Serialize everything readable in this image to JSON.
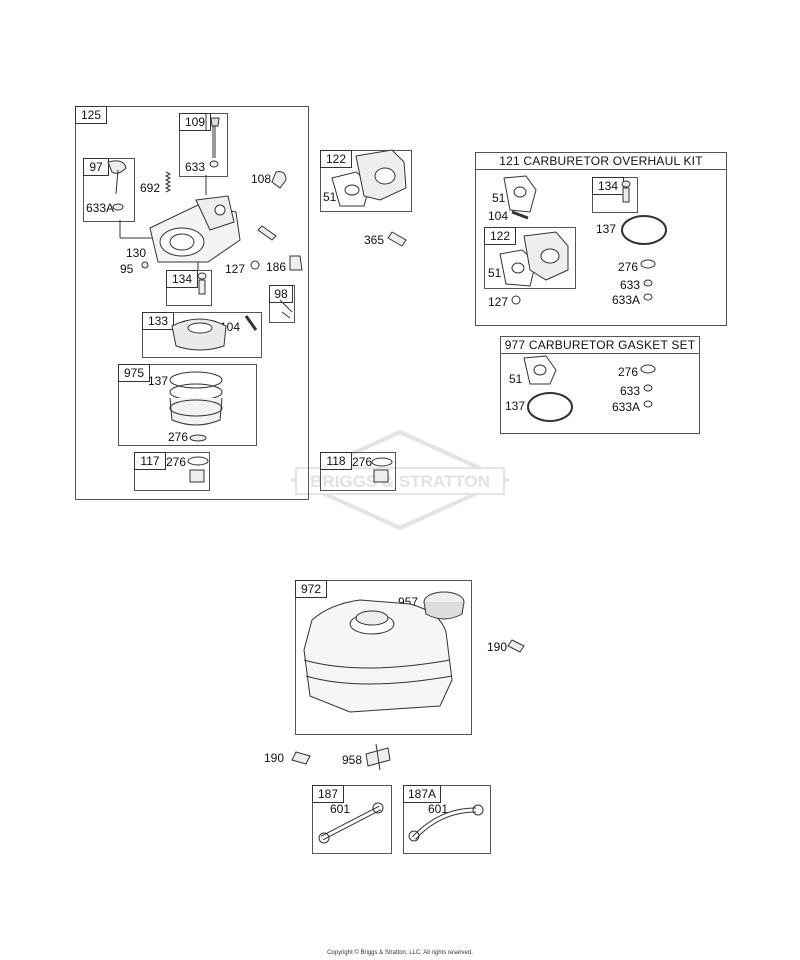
{
  "callouts": {
    "c125": "125",
    "c109": "109",
    "c633_top": "633",
    "c108": "108",
    "c97": "97",
    "c633A_left": "633A",
    "c692": "692",
    "c130": "130",
    "c95": "95",
    "c127_left": "127",
    "c186": "186",
    "c134_left": "134",
    "c98": "98",
    "c133": "133",
    "c104_left": "104",
    "c975": "975",
    "c137_left": "137",
    "c276_975": "276",
    "c117": "117",
    "c276_117": "276",
    "c122": "122",
    "c51_mid": "51",
    "c365": "365",
    "c118": "118",
    "c276_118": "276",
    "c51_kit": "51",
    "c104_kit": "104",
    "c134_kit": "134",
    "c137_kit": "137",
    "c122_kit": "122",
    "c51_kit2": "51",
    "c276_kit": "276",
    "c127_kit": "127",
    "c633_kit": "633",
    "c633A_kit": "633A",
    "c51_gs": "51",
    "c137_gs": "137",
    "c276_gs": "276",
    "c633_gs": "633",
    "c633A_gs": "633A",
    "c972": "972",
    "c957": "957",
    "c190_right": "190",
    "c190_left": "190",
    "c958": "958",
    "c187": "187",
    "c601_a": "601",
    "c187A": "187A",
    "c601_b": "601"
  },
  "kits": {
    "overhaul_title": "121 CARBURETOR OVERHAUL KIT",
    "gasket_title": "977 CARBURETOR GASKET SET"
  },
  "watermark": "BRIGGS & STRATTON",
  "footer": "Copyright © Briggs & Stratton, LLC. All rights reserved."
}
